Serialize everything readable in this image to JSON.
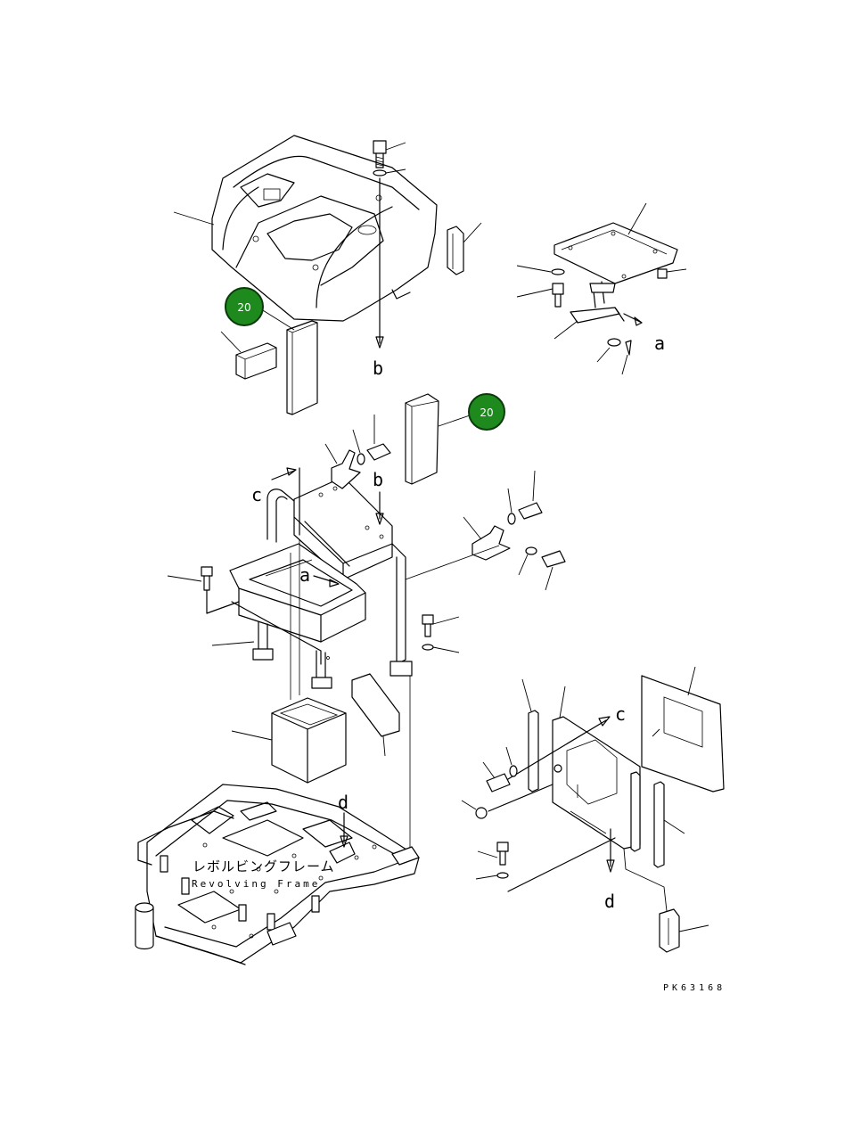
{
  "callouts": [
    {
      "number": "20",
      "color": "#1e8a1e"
    },
    {
      "number": "20",
      "color": "#1e8a1e"
    }
  ],
  "reference_letters": {
    "a_upper": "a",
    "b_upper": "b",
    "c_left": "c",
    "b_middle": "b",
    "a_middle": "a",
    "c_right": "c",
    "d_middle": "d",
    "d_right": "d"
  },
  "frame_label": {
    "japanese": "レボルビングフレーム",
    "english": "Revolving Frame"
  },
  "drawing_code": "PK63168",
  "colors": {
    "line": "#000000",
    "callout": "#1e8a1e",
    "background": "#ffffff"
  }
}
